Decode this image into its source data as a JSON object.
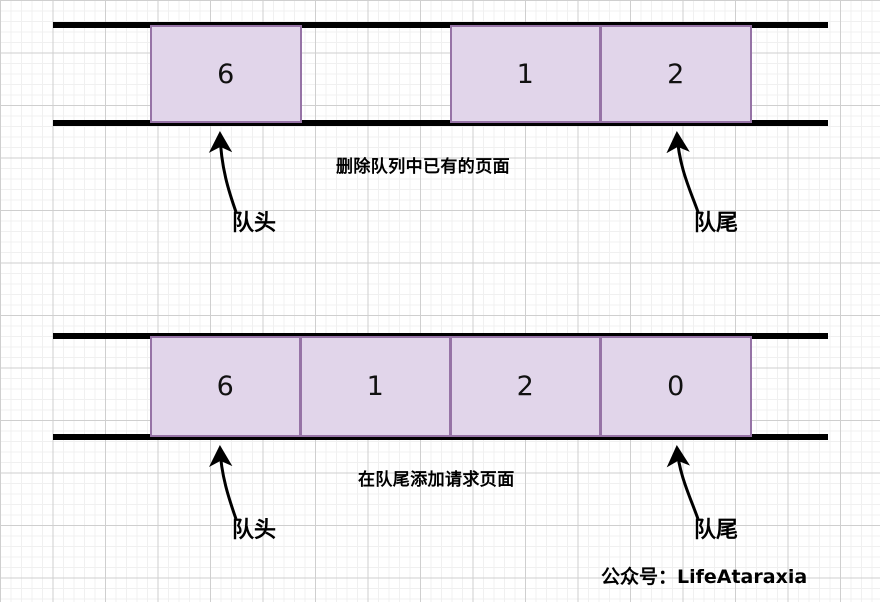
{
  "diagram": {
    "title": "LRU page-replacement queue operation",
    "watermark": "公众号：LifeAtaraxia",
    "colors": {
      "cell_fill": "#e1d5ea",
      "cell_border": "#9673a6",
      "rail": "#000000",
      "grid_minor": "#f0f0f0",
      "grid_major": "#cfcfcf"
    },
    "rows": [
      {
        "id": "row-before",
        "caption": "删除队列中已有的页面",
        "head_label": "队头",
        "tail_label": "队尾",
        "cells": [
          {
            "value": "6"
          },
          {
            "value": "1"
          },
          {
            "value": "2"
          }
        ]
      },
      {
        "id": "row-after",
        "caption": "在队尾添加请求页面",
        "head_label": "队头",
        "tail_label": "队尾",
        "cells": [
          {
            "value": "6"
          },
          {
            "value": "1"
          },
          {
            "value": "2"
          },
          {
            "value": "0"
          }
        ]
      }
    ]
  }
}
